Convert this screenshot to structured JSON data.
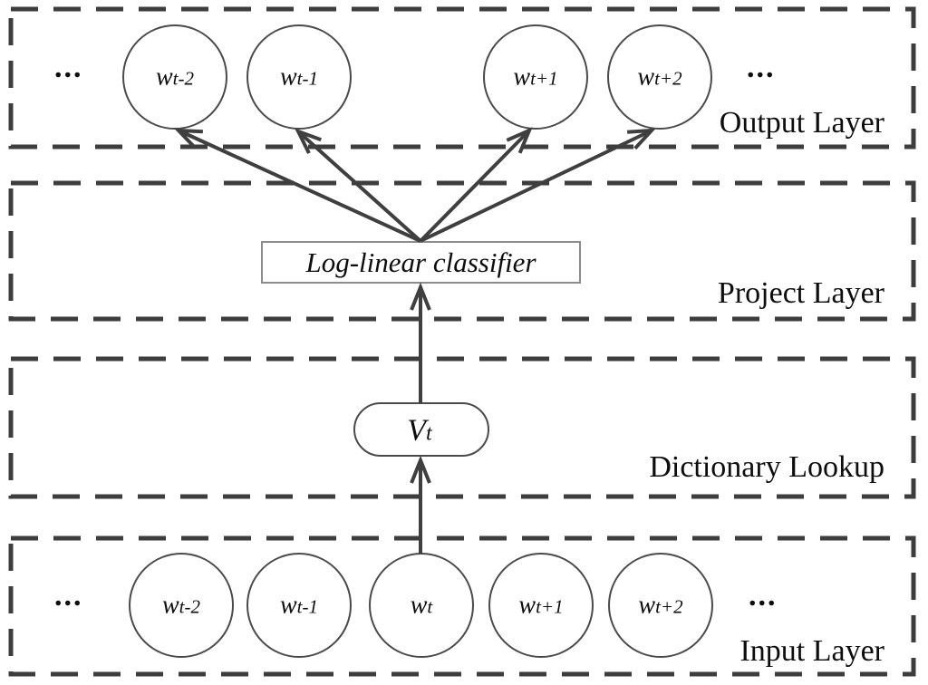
{
  "diagram": {
    "layers": {
      "output": {
        "label": "Output Layer",
        "ellipsis_left": "...",
        "ellipsis_right": "...",
        "nodes": [
          {
            "base": "w",
            "sub": "t-2"
          },
          {
            "base": "w",
            "sub": "t-1"
          },
          {
            "base": "w",
            "sub": "t+1"
          },
          {
            "base": "w",
            "sub": "t+2"
          }
        ]
      },
      "project": {
        "label": "Project Layer",
        "classifier_label": "Log-linear classifier"
      },
      "dictionary": {
        "label": "Dictionary Lookup",
        "node": {
          "base": "V",
          "sub": "t"
        }
      },
      "input": {
        "label": "Input Layer",
        "ellipsis_left": "...",
        "ellipsis_right": "...",
        "nodes": [
          {
            "base": "w",
            "sub": "t-2"
          },
          {
            "base": "w",
            "sub": "t-1"
          },
          {
            "base": "w",
            "sub": "t"
          },
          {
            "base": "w",
            "sub": "t+1"
          },
          {
            "base": "w",
            "sub": "t+2"
          }
        ]
      }
    },
    "colors": {
      "line": "#3f3f3f",
      "dashed_border": "#3d3d3d",
      "node_stroke": "#4a4a4a",
      "classifier_border": "#8c8c8c",
      "text": "#0d0d0d",
      "background": "#ffffff"
    }
  }
}
